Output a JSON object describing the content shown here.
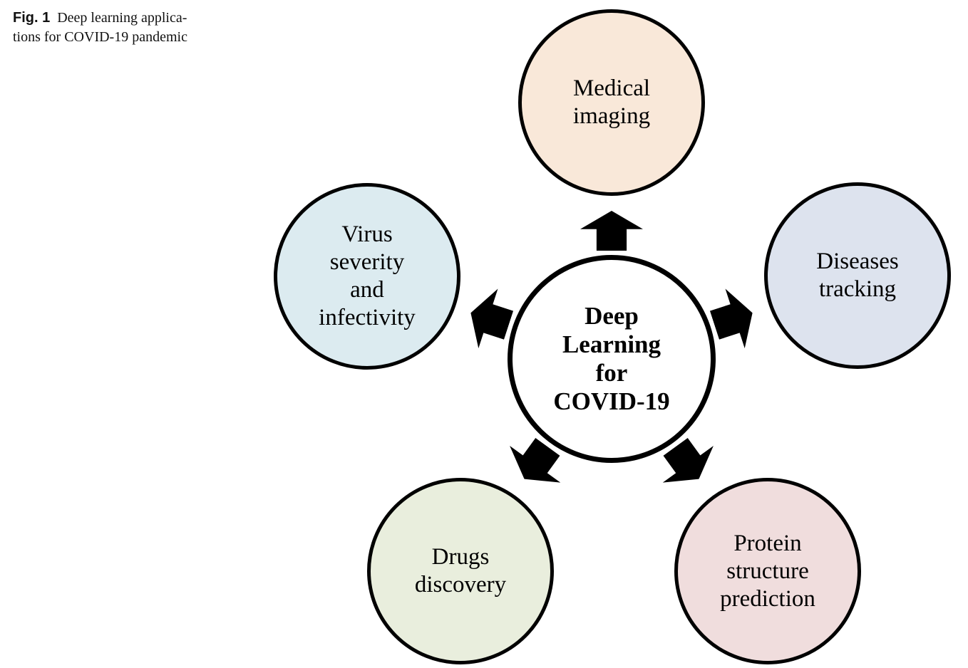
{
  "caption": {
    "label": "Fig. 1",
    "line1": "Deep learning applica-",
    "line2": "tions for COVID-19 pandemic"
  },
  "diagram": {
    "center_node": {
      "lines": [
        "Deep",
        "Learning",
        "for",
        "COVID-19"
      ],
      "fill": "#ffffff",
      "border_color": "#000000"
    },
    "nodes": [
      {
        "id": "medical-imaging",
        "lines": [
          "Medical",
          "imaging"
        ],
        "fill": "#f9e8d9"
      },
      {
        "id": "diseases-tracking",
        "lines": [
          "Diseases",
          "tracking"
        ],
        "fill": "#dde3ee"
      },
      {
        "id": "protein-structure-prediction",
        "lines": [
          "Protein",
          "structure",
          "prediction"
        ],
        "fill": "#f0dddd"
      },
      {
        "id": "drugs-discovery",
        "lines": [
          "Drugs",
          "discovery"
        ],
        "fill": "#e9eedd"
      },
      {
        "id": "virus-severity-and-infectivity",
        "lines": [
          "Virus",
          "severity",
          "and",
          "infectivity"
        ],
        "fill": "#dcebf0"
      }
    ],
    "arrow_color": "#000000"
  }
}
